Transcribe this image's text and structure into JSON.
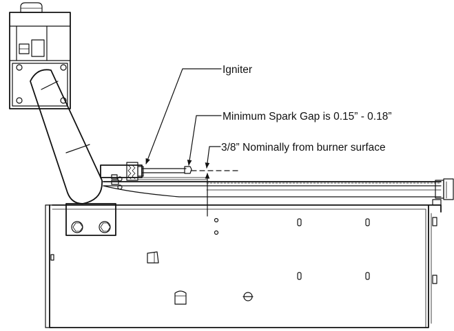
{
  "callouts": {
    "igniter": "Igniter",
    "spark_gap": "Minimum Spark Gap is 0.15” - 0.18”",
    "nominal": "3/8” Nominally from burner surface"
  },
  "colors": {
    "ink": "#111111",
    "paper": "#ffffff"
  }
}
